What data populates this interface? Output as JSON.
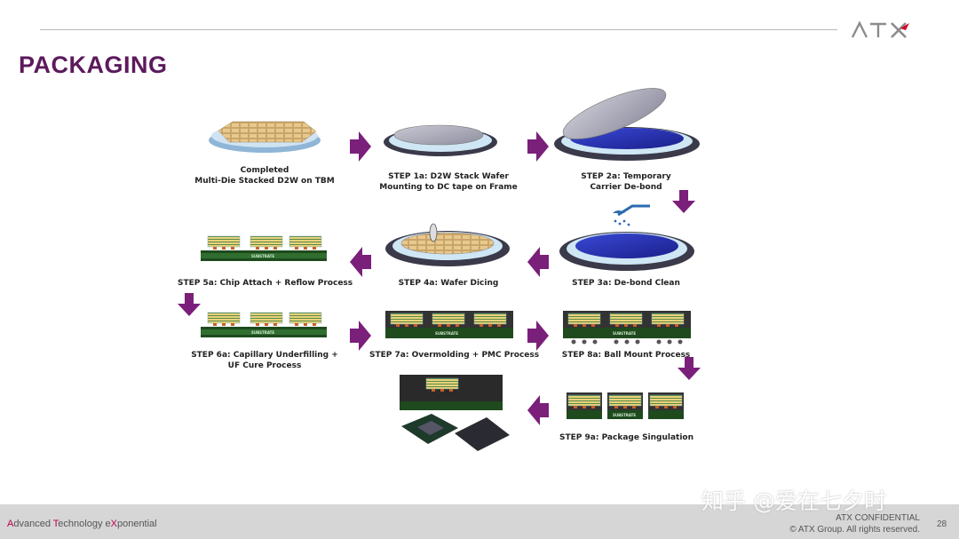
{
  "header": {
    "title": "PACKAGING",
    "logo_text": "ATX"
  },
  "steps": {
    "completed": [
      "Completed",
      "Multi-Die Stacked D2W on TBM"
    ],
    "s1a": [
      "STEP 1a: D2W Stack Wafer",
      "Mounting to DC tape on Frame"
    ],
    "s2a": [
      "STEP 2a: Temporary",
      "Carrier De-bond"
    ],
    "s3a": [
      "STEP 3a: De-bond Clean"
    ],
    "s4a": [
      "STEP 4a: Wafer Dicing"
    ],
    "s5a": [
      "STEP 5a: Chip Attach + Reflow Process"
    ],
    "s6a": [
      "STEP 6a: Capillary Underfilling +",
      "UF Cure Process"
    ],
    "s7a": [
      "STEP 7a: Overmolding + PMC Process"
    ],
    "s8a": [
      "STEP 8a: Ball Mount Process"
    ],
    "s9a": [
      "STEP 9a: Package Singulation"
    ]
  },
  "substrate_label": "SUBSTRATE",
  "footer": {
    "tagline_a": "A",
    "tagline_1": "dvanced ",
    "tagline_t": "T",
    "tagline_2": "echnology e",
    "tagline_x": "X",
    "tagline_3": "ponential",
    "confidential": "ATX CONFIDENTIAL",
    "copyright": "© ATX Group. All rights reserved.",
    "page_number": "28"
  },
  "watermark": "知乎 @爱在七夕时",
  "colors": {
    "title": "#5c1a5c",
    "arrow": "#7a1f7a",
    "accent": "#b8004f"
  }
}
